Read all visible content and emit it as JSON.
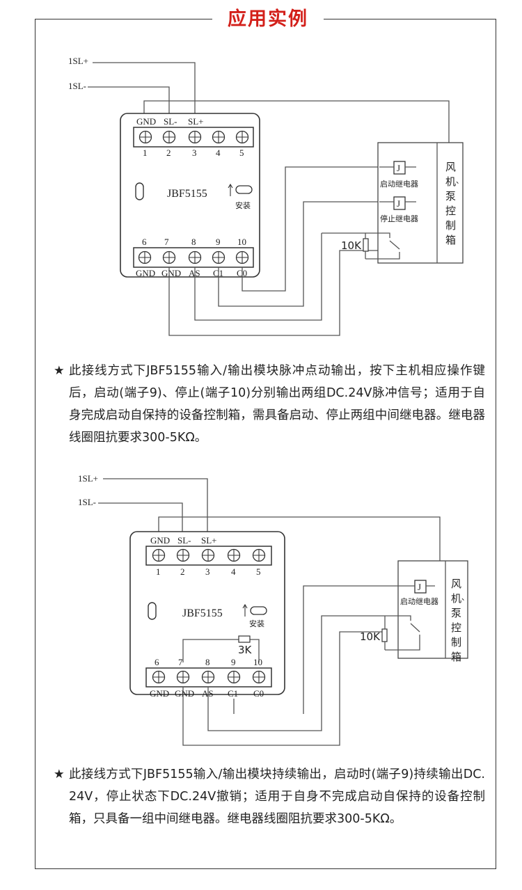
{
  "title": "应用实例",
  "diagram1": {
    "bus_labels": [
      "1SL+",
      "1SL-"
    ],
    "module_name": "JBF5155",
    "install_label": "安装",
    "top_terminal_labels": [
      "GND",
      "SL-",
      "SL+"
    ],
    "top_terminal_numbers": [
      "1",
      "2",
      "3",
      "4",
      "5"
    ],
    "bottom_terminal_numbers": [
      "6",
      "7",
      "8",
      "9",
      "10"
    ],
    "bottom_terminal_labels": [
      "GND",
      "GND",
      "AS",
      "C1",
      "C0"
    ],
    "relay_symbol": "J",
    "start_relay": "启动继电器",
    "stop_relay": "停止继电器",
    "resistor": "10K",
    "cabinet_label": [
      "风",
      "机",
      "、",
      "泵",
      "控",
      "制",
      "箱"
    ]
  },
  "note1": {
    "star": "★",
    "text": "此接线方式下JBF5155输入/输出模块脉冲点动输出，按下主机相应操作键后，启动(端子9)、停止(端子10)分别输出两组DC.24V脉冲信号；适用于自身完成启动自保持的设备控制箱，需具备启动、停止两组中间继电器。继电器线圈阻抗要求300-5KΩ。"
  },
  "diagram2": {
    "bus_labels": [
      "1SL+",
      "1SL-"
    ],
    "module_name": "JBF5155",
    "install_label": "安装",
    "top_terminal_labels": [
      "GND",
      "SL-",
      "SL+"
    ],
    "top_terminal_numbers": [
      "1",
      "2",
      "3",
      "4",
      "5"
    ],
    "bottom_terminal_numbers": [
      "6",
      "7",
      "8",
      "9",
      "10"
    ],
    "bottom_terminal_labels": [
      "GND",
      "GND",
      "AS",
      "C1",
      "C0"
    ],
    "internal_resistor": "3K",
    "relay_symbol": "J",
    "start_relay": "启动继电器",
    "resistor": "10K",
    "cabinet_label": [
      "风",
      "机",
      "、",
      "泵",
      "控",
      "制",
      "箱"
    ]
  },
  "note2": {
    "star": "★",
    "text": "此接线方式下JBF5155输入/输出模块持续输出，启动时(端子9)持续输出DC.24V，停止状态下DC.24V撤销；适用于自身不完成启动自保持的设备控制箱，只具备一组中间继电器。继电器线圈阻抗要求300-5KΩ。"
  }
}
